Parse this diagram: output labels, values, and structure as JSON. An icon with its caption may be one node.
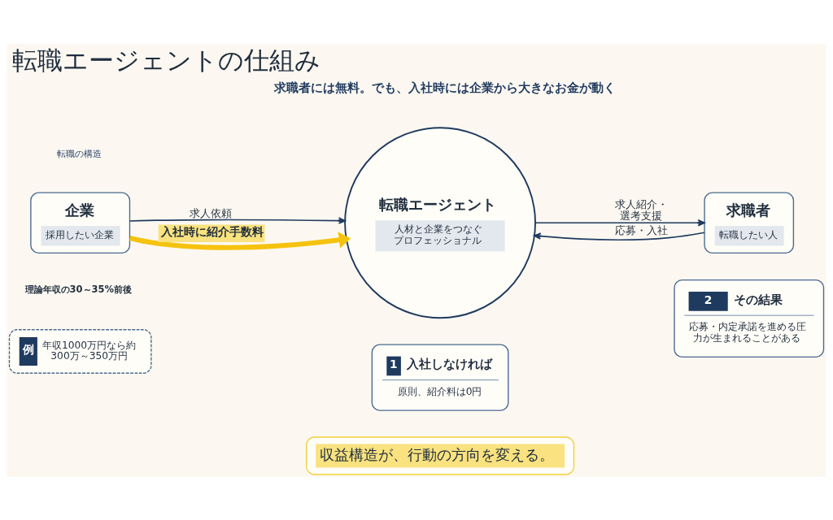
{
  "diagram": {
    "title": "転職エージェントの仕組み",
    "nodes": [
      {
        "text": [
          "企業",
          "採用したい企業"
        ]
      },
      {
        "text": [
          "転職エージェント",
          "人材と企業をつなぐプロフェッショナル"
        ]
      },
      {
        "text": [
          "求職者",
          "転職したい人"
        ]
      },
      {
        "text": [
          "例",
          "年収1000万円なら約300万～350万円"
        ]
      },
      {
        "text": [
          "1",
          "入社しなければ",
          "原則、紹介料は0円"
        ]
      },
      {
        "text": [
          "2",
          "その結果",
          "応募・内定承諾を進める圧力が生まれることがある"
        ]
      },
      {
        "text": [
          "収益構造が、行動の方向を変える。"
        ]
      }
    ],
    "edges": [
      {
        "from": 0,
        "to": 1,
        "arrow": "to",
        "label": "求人依頼"
      },
      {
        "from": 0,
        "to": 1,
        "arrow": "to",
        "label": "入社時に紹介手数料",
        "style": "thick",
        "color": "#f5c20f"
      },
      {
        "from": 1,
        "to": 2,
        "arrow": "to",
        "label": "求人紹介・選考支援"
      },
      {
        "from": 2,
        "to": 1,
        "arrow": "to",
        "label": "応募・入社"
      }
    ],
    "labels": [
      "転職の構造",
      "求職者には無料。でも、入社時には企業から大きなお金が動く",
      "理論年収の30～35%前後"
    ]
  }
}
